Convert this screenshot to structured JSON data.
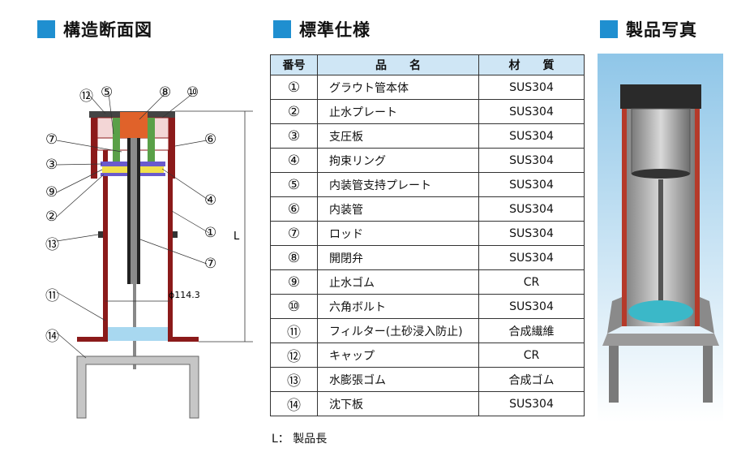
{
  "headings": {
    "structure": "構造断面図",
    "spec": "標準仕様",
    "photo": "製品写真"
  },
  "diagram": {
    "callouts": [
      "⑫",
      "⑤",
      "⑧",
      "⑩",
      "⑦",
      "⑥",
      "③",
      "⑨",
      "④",
      "②",
      "①",
      "⑬",
      "⑦",
      "⑪",
      "⑭"
    ],
    "diameter_label": "ϕ114.3",
    "length_label": "L"
  },
  "table": {
    "headers": {
      "no": "番号",
      "name": "品　　名",
      "material": "材　　質"
    },
    "rows": [
      {
        "no": "①",
        "name": "グラウト管本体",
        "material": "SUS304"
      },
      {
        "no": "②",
        "name": "止水プレート",
        "material": "SUS304"
      },
      {
        "no": "③",
        "name": "支圧板",
        "material": "SUS304"
      },
      {
        "no": "④",
        "name": "拘束リング",
        "material": "SUS304"
      },
      {
        "no": "⑤",
        "name": "内装管支持プレート",
        "material": "SUS304"
      },
      {
        "no": "⑥",
        "name": "内装管",
        "material": "SUS304"
      },
      {
        "no": "⑦",
        "name": "ロッド",
        "material": "SUS304"
      },
      {
        "no": "⑧",
        "name": "開閉弁",
        "material": "SUS304"
      },
      {
        "no": "⑨",
        "name": "止水ゴム",
        "material": "CR"
      },
      {
        "no": "⑩",
        "name": "六角ボルト",
        "material": "SUS304"
      },
      {
        "no": "⑪",
        "name": "フィルター(土砂浸入防止)",
        "material": "合成繊維"
      },
      {
        "no": "⑫",
        "name": "キャップ",
        "material": "CR"
      },
      {
        "no": "⑬",
        "name": "水膨張ゴム",
        "material": "合成ゴム"
      },
      {
        "no": "⑭",
        "name": "沈下板",
        "material": "SUS304"
      }
    ]
  },
  "note": "L： 製品長",
  "colors": {
    "accent": "#1f8fd0",
    "header_bg": "#cfe6f5",
    "pipe_red": "#8b1a1a",
    "filter_blue": "#a8d8f0"
  }
}
